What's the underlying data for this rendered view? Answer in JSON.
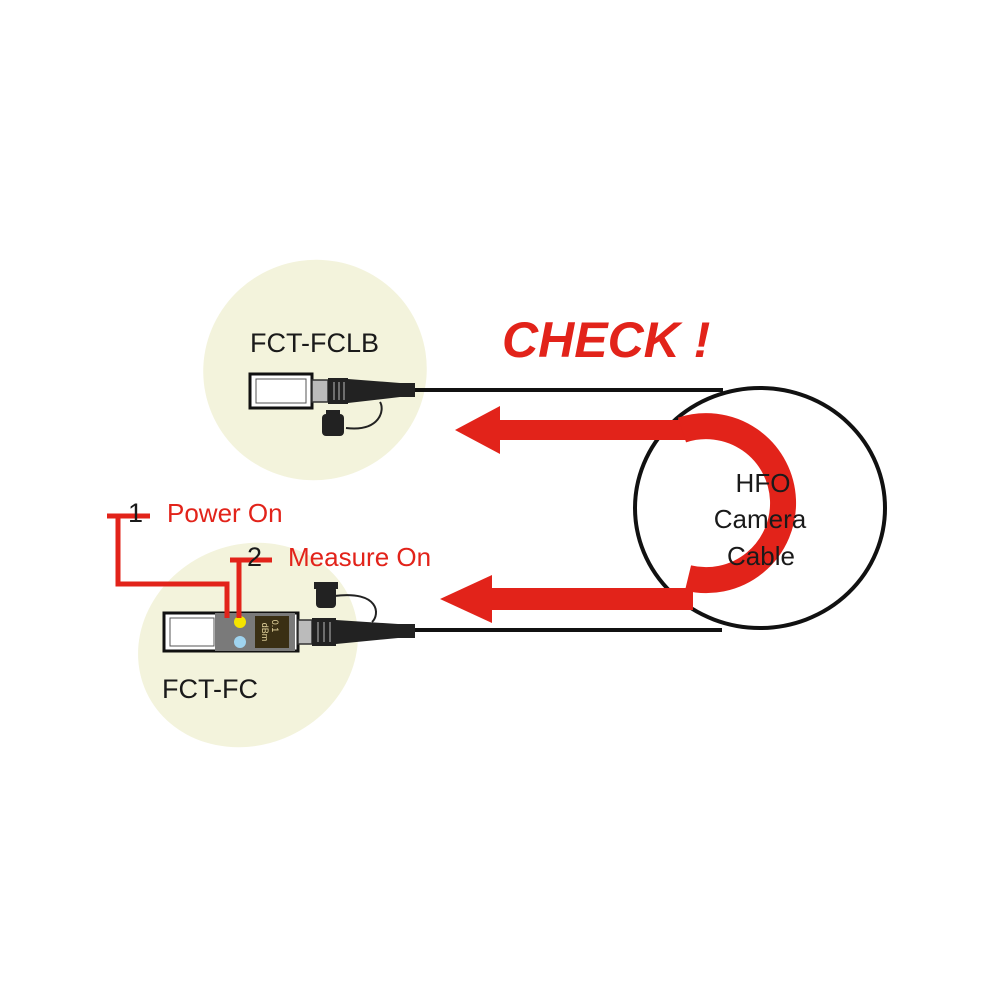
{
  "title": "CHECK !",
  "devices": {
    "loopback": {
      "label": "FCT-FCLB"
    },
    "meter": {
      "label": "FCT-FC",
      "display_value": "0.1",
      "display_unit": "dBm"
    }
  },
  "steps": [
    {
      "number": "1",
      "text": "Power On"
    },
    {
      "number": "2",
      "text": "Measure On"
    }
  ],
  "cable": {
    "line1": "HFO",
    "line2": "Camera",
    "line3": "Cable"
  },
  "colors": {
    "accent_red": "#e2231a",
    "zone_fill": "#f3f3dc",
    "line_black": "#111111",
    "led_yellow": "#f5e400",
    "led_blue": "#9fd3ee"
  }
}
